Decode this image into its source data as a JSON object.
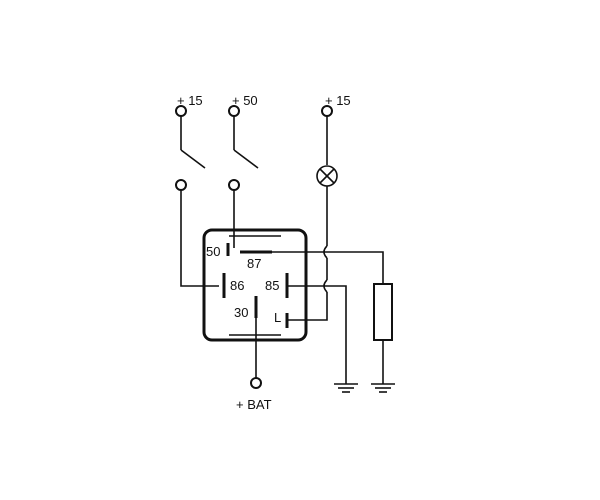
{
  "diagram": {
    "supply_labels": {
      "ignition_left": "+ 15",
      "start": "+ 50",
      "ignition_right": "+ 15",
      "battery": "+ BAT"
    },
    "relay_pins": {
      "p50": "50",
      "p87": "87",
      "p86": "86",
      "p85": "85",
      "p30": "30",
      "pL": "L"
    }
  }
}
